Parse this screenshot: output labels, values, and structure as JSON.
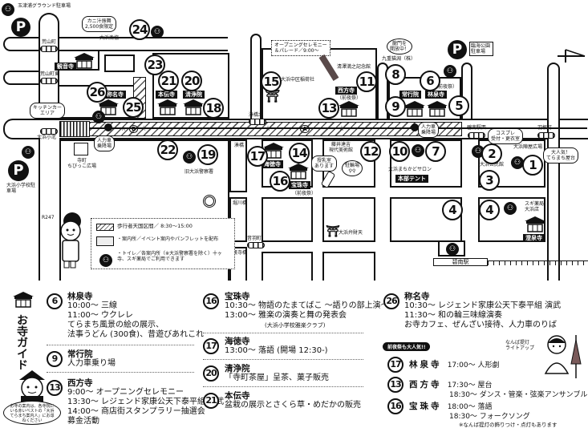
{
  "map": {
    "north_arrow": "north-arrow",
    "parking": [
      {
        "id": "p-tamazusa",
        "label": "玉津浦グラウンド駐車場"
      },
      {
        "id": "p-rinkai",
        "label": "臨海公園駐車場"
      },
      {
        "id": "p-school",
        "label": "大浜小学校駐車場"
      }
    ],
    "bus_stops": [
      "荒山町",
      "荒山町東",
      "大浜小北",
      "湊橋北",
      "碧南駅西",
      "羽根町",
      "音羽町"
    ],
    "bridges": [
      "湊橋",
      "堀川橋",
      "裏寺橋"
    ],
    "road_label": "R247",
    "station": "碧南駅",
    "bubbles": {
      "crab": "カニ汁振舞\n2,500食限定",
      "crab_place": "大浜漁協",
      "opening": "オープニングセレモニー\n＆パレード／9:00〜",
      "kitchen": "キッチンカー\nエリア",
      "rickshaw": "人力車\n乗降場",
      "gate": "龍門を\n開放中！",
      "cosplay": "コスプレ\n受付・更衣室",
      "popular": "大人気！\nてらまち屋台",
      "nursing": "授乳室\nあります",
      "bike": "駐輪場"
    },
    "places": {
      "kanon": "観音寺",
      "shomyo": "称名寺",
      "honden": "本伝寺",
      "seijo": "清浄院",
      "saiho": "西方寺",
      "saiho_sub": "（前夜祭）",
      "jogyo": "常行院",
      "rinsen": "林泉寺",
      "rinsen_sub": "（前夜祭）",
      "kaitoku": "海徳寺",
      "hoshu": "宝珠寺",
      "hoshu_sub": "（前夜祭）",
      "shinshu": "澄泉寺",
      "inari": "大浜中区稲荷社",
      "kiyosawa": "清澤満之記念館",
      "kuban": "九重猫淵（株）",
      "fujii": "藤井達吉\n現代美術館",
      "salon": "大浜まちかどサロン",
      "honbu": "本部テント",
      "hiroba": "大浜陣屋広場",
      "kominkan": "大浜公民館",
      "sugi": "スギ薬局\n大浜店",
      "benzaiten": "大浜弁財天",
      "keisatsu": "旧大浜警察署",
      "teramachi": "寺町\nちびっこ広場"
    },
    "numbers": [
      "1",
      "2",
      "3",
      "4",
      "4",
      "5",
      "6",
      "7",
      "8",
      "9",
      "10",
      "11",
      "12",
      "13",
      "14",
      "15",
      "16",
      "17",
      "18",
      "19",
      "20",
      "21",
      "22",
      "23",
      "24",
      "25",
      "26"
    ],
    "route_labels": [
      "A",
      "B"
    ],
    "legend": {
      "pedestrian": "歩行者天国区間／ 8:30〜15:00",
      "info": "・案内所／イベント案内やパンフレットを配布",
      "toilet": "・トイレ／各案内所（※大浜警察署を除く）十ヶ寺、スギ薬局でご利用できます"
    }
  },
  "guide": {
    "title": "お寺ガイド",
    "mascot_note": "お寺の案内は、各寺院にいる赤いベストの「大浜てらまち案内人」にお尋ねください",
    "entries": [
      {
        "num": "6",
        "name": "林泉寺",
        "lines": [
          "10:00〜 三線",
          "11:00〜 ウクレレ",
          "てらまち風景の絵の展示、",
          "法事うどん (300食)、昔遊びあれこれ"
        ]
      },
      {
        "num": "9",
        "name": "常行院",
        "lines": [
          "人力車乗り場"
        ]
      },
      {
        "num": "13",
        "name": "西方寺",
        "lines": [
          "9:00〜 オープニングセレモニー",
          "13:30〜 レジェンド家康公天下泰平組 演武",
          "14:00〜 商店街スタンプラリー抽選会",
          "募金活動"
        ]
      },
      {
        "num": "16",
        "name": "宝珠寺",
        "lines": [
          "10:30〜 物語のたまてばこ 〜語りの部上演〜",
          "13:00〜 雅楽の演奏と舞の発表会",
          "(大浜小学校雅楽クラブ)"
        ]
      },
      {
        "num": "17",
        "name": "海徳寺",
        "lines": [
          "13:00〜 落語 (開場 12:30-)"
        ]
      },
      {
        "num": "20",
        "name": "清浄院",
        "lines": [
          "「寺町茶屋」呈茶、菓子販売"
        ]
      },
      {
        "num": "21",
        "name": "本伝寺",
        "lines": [
          "盆栽の展示とさくら草・めだかの販売"
        ]
      },
      {
        "num": "26",
        "name": "称名寺",
        "lines": [
          "10:30〜 レジェンド家康公天下泰平組 演武",
          "11:30〜 和の輪三味線演奏",
          "お寺カフェ、ぜんざい接待、人力車のりば"
        ]
      }
    ],
    "eve": {
      "badge": "前夜祭も大人気!!",
      "lantern_note": "なんば提灯\nライトアップ",
      "items": [
        {
          "num": "17",
          "name": "林泉寺",
          "lines": [
            "17:00〜 人形劇"
          ]
        },
        {
          "num": "13",
          "name": "西方寺",
          "lines": [
            "17:30〜 屋台",
            "18:30〜 ダンス・管楽・弦楽アンサンブル"
          ]
        },
        {
          "num": "16",
          "name": "宝珠寺",
          "lines": [
            "18:00〜 落語",
            "18:30〜 フォークソング"
          ]
        }
      ],
      "footnote": "※なんば提灯の飾りつけ・点灯もあります"
    }
  }
}
